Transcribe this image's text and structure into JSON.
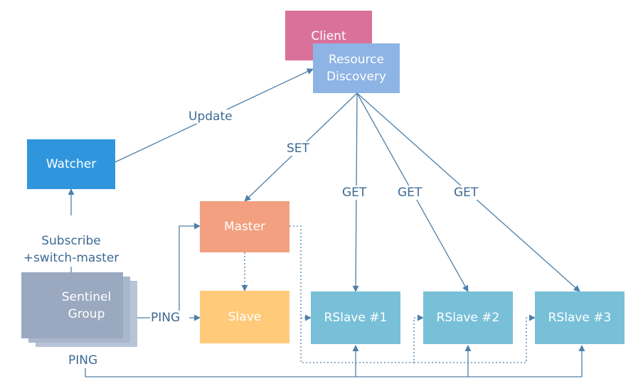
{
  "colors": {
    "client": "#d9719a",
    "resource": "#8db4e4",
    "watcher": "#2f96dd",
    "master": "#f2a080",
    "slave": "#ffcb7a",
    "rslave": "#78c0d8",
    "sentinel_front": "#9aa9bf",
    "sentinel_back": "#b7c3d6",
    "line": "#4d7fa8",
    "label": "#3d6a94"
  },
  "nodes": {
    "client": "Client",
    "resource_discovery": "Resource\nDiscovery",
    "watcher": "Watcher",
    "master": "Master",
    "slave": "Slave",
    "rslave1": "RSlave #1",
    "rslave2": "RSlave #2",
    "rslave3": "RSlave #3",
    "sentinel_group": "Sentinel\nGroup"
  },
  "edges": {
    "update": "Update",
    "set": "SET",
    "get1": "GET",
    "get2": "GET",
    "get3": "GET",
    "subscribe": "Subscribe\n+switch-master",
    "ping_right": "PING",
    "ping_bottom": "PING"
  }
}
